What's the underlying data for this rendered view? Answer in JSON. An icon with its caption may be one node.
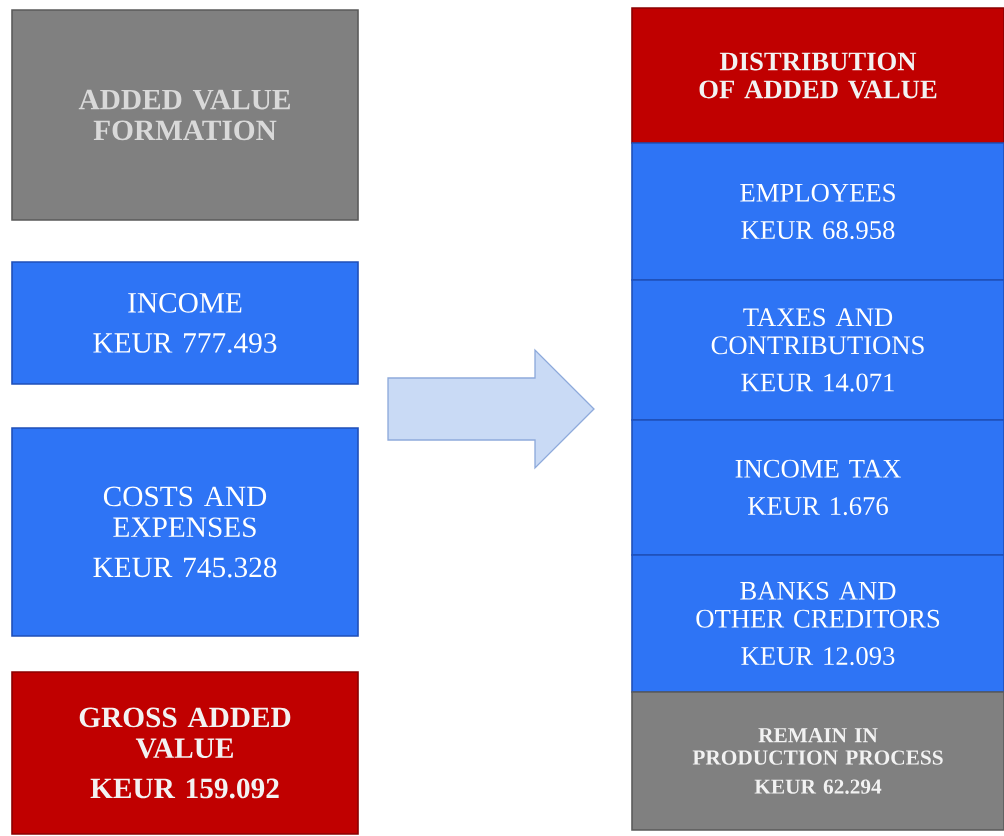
{
  "diagram": {
    "nodes": [
      {
        "text": [
          "ADDED VALUE FORMATION"
        ]
      },
      {
        "text": [
          "INCOME",
          "KEUR 777.493"
        ]
      },
      {
        "text": [
          "COSTS AND EXPENSES",
          "KEUR 745.328"
        ]
      },
      {
        "text": [
          "GROSS ADDED VALUE",
          "KEUR 159.092"
        ]
      },
      {
        "text": [
          "DISTRIBUTION OF ADDED VALUE"
        ]
      },
      {
        "text": [
          "EMPLOYEES",
          "KEUR 68.958"
        ]
      },
      {
        "text": [
          "TAXES AND CONTRIBUTIONS",
          "KEUR 14.071"
        ]
      },
      {
        "text": [
          "INCOME TAX",
          "KEUR 1.676"
        ]
      },
      {
        "text": [
          "BANKS AND OTHER CREDITORS",
          "KEUR 12.093"
        ]
      },
      {
        "text": [
          "REMAIN IN PRODUCTION PROCESS",
          "KEUR 62.294"
        ]
      }
    ],
    "edges": []
  }
}
